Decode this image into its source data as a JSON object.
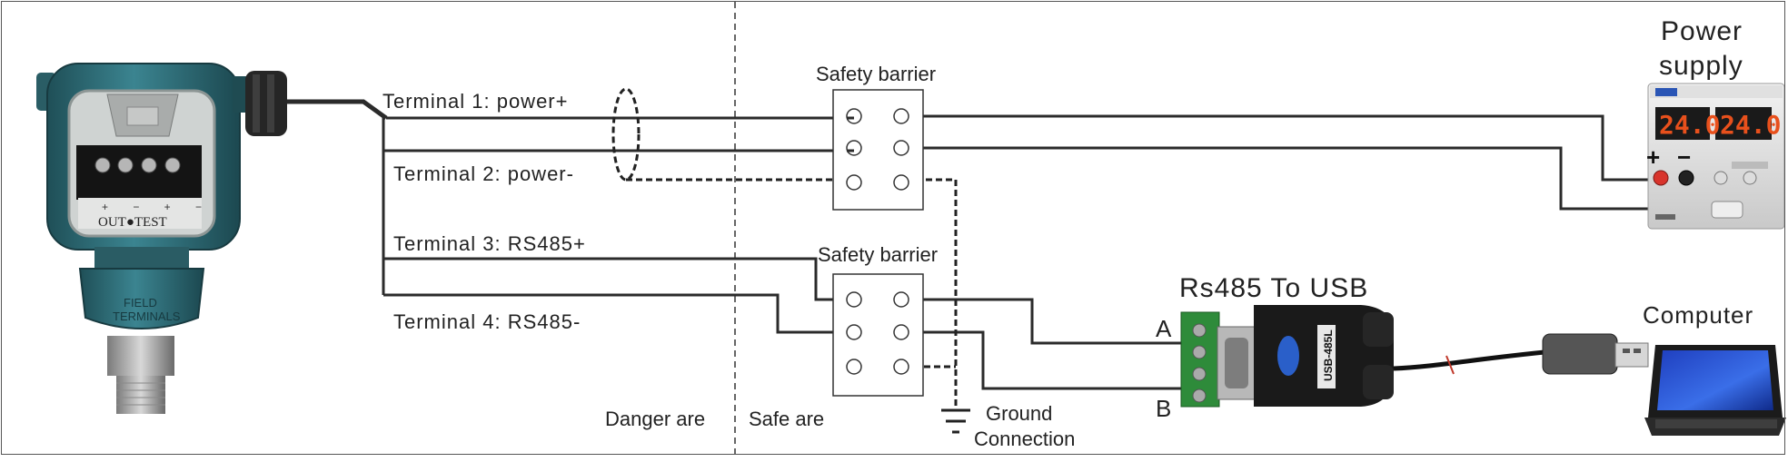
{
  "diagram": {
    "terminals": [
      "Terminal 1: power+",
      "Terminal 2: power-",
      "Terminal 3: RS485+",
      "Terminal 4: RS485-"
    ],
    "barrier_top_label": "Safety barrier",
    "barrier_bottom_label": "Safety barrier",
    "power_supply_line1": "Power",
    "power_supply_line2": "supply",
    "psu_display_left": "24.0",
    "psu_display_right": "24.0",
    "psu_plus": "+",
    "psu_minus": "−",
    "converter_title": "Rs485 To USB",
    "converter_a": "A",
    "converter_b": "B",
    "converter_label": "USB-485L",
    "computer_label": "Computer",
    "danger_zone": "Danger are",
    "safe_zone": "Safe are",
    "ground_line1": "Ground",
    "ground_line2": "Connection",
    "transmitter_terminal_text": "OUT●TEST",
    "transmitter_terminal_marks": "+ − + −",
    "transmitter_body_text1": "FIELD",
    "transmitter_body_text2": "TERMINALS"
  },
  "colors": {
    "wire": "#2b2b2b",
    "transmitter": "#2f6f78",
    "psu_display": "#e8501c",
    "converter_board": "#2e8b3a",
    "converter_body": "#1a1a1a"
  }
}
